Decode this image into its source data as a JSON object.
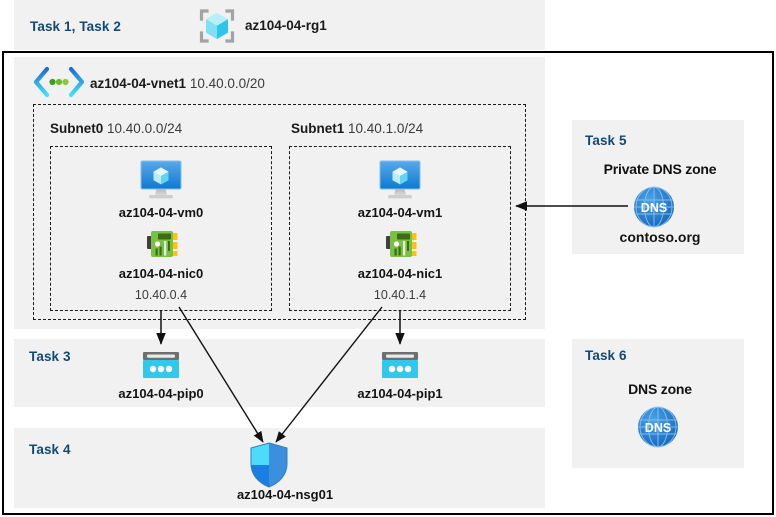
{
  "diagram": {
    "resource_group": {
      "task_label": "Task 1, Task 2",
      "name": "az104-04-rg1",
      "icon": "resource-group-icon"
    },
    "vnet": {
      "name": "az104-04-vnet1",
      "cidr": "10.40.0.0/20",
      "icon": "virtual-network-icon"
    },
    "subnets": [
      {
        "name": "Subnet0",
        "cidr": "10.40.0.0/24",
        "vm": {
          "name": "az104-04-vm0",
          "icon": "virtual-machine-icon"
        },
        "nic": {
          "name": "az104-04-nic0",
          "ip": "10.40.0.4",
          "icon": "network-interface-icon"
        }
      },
      {
        "name": "Subnet1",
        "cidr": "10.40.1.0/24",
        "vm": {
          "name": "az104-04-vm1",
          "icon": "virtual-machine-icon"
        },
        "nic": {
          "name": "az104-04-nic1",
          "ip": "10.40.1.4",
          "icon": "network-interface-icon"
        }
      }
    ],
    "task3": {
      "task_label": "Task 3",
      "public_ips": [
        {
          "name": "az104-04-pip0",
          "icon": "public-ip-address-icon"
        },
        {
          "name": "az104-04-pip1",
          "icon": "public-ip-address-icon"
        }
      ]
    },
    "task4": {
      "task_label": "Task 4",
      "nsg": {
        "name": "az104-04-nsg01",
        "icon": "network-security-group-icon"
      }
    },
    "task5": {
      "task_label": "Task 5",
      "zone_title": "Private DNS zone",
      "zone_name": "contoso.org",
      "icon": "dns-zone-icon",
      "icon_label": "DNS"
    },
    "task6": {
      "task_label": "Task 6",
      "zone_title": "DNS zone",
      "icon": "dns-zone-icon",
      "icon_label": "DNS"
    },
    "colors": {
      "panel_bg": "#f1f1f1",
      "task_text": "#114a77",
      "border": "#000000",
      "dashed": "#1a1a1a",
      "pip_cyan": "#32c8ee",
      "nic_green": "#6fb93a",
      "nsg_blue": "#3c8fdc",
      "dns_blue": "#2080d8",
      "vm_blue": "#1b84d6",
      "rg_cyan": "#5fd9f2"
    }
  }
}
